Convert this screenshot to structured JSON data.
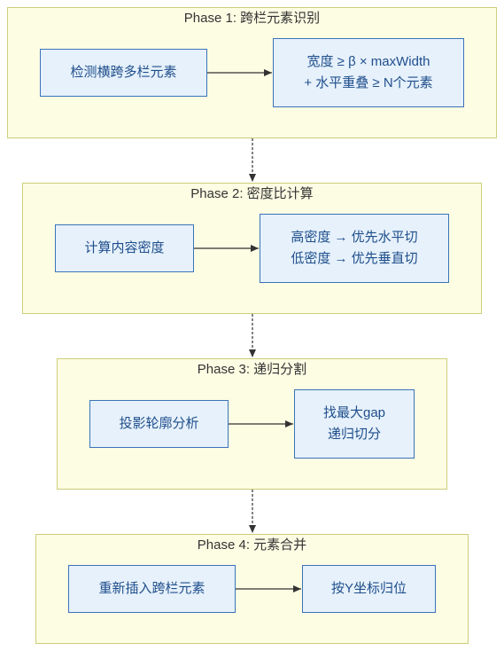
{
  "phases": [
    {
      "title": "Phase 1: 跨栏元素识别",
      "source": "检测横跨多栏元素",
      "target_line1": "宽度 ≥ β × maxWidth",
      "target_line2": "+ 水平重叠 ≥ N个元素"
    },
    {
      "title": "Phase 2: 密度比计算",
      "source": "计算内容密度",
      "target_line1": "高密度 → 优先水平切",
      "target_line2": "低密度 → 优先垂直切"
    },
    {
      "title": "Phase 3: 递归分割",
      "source": "投影轮廓分析",
      "target_line1": "找最大gap",
      "target_line2": "递归切分"
    },
    {
      "title": "Phase 4: 元素合并",
      "source": "重新插入跨栏元素",
      "target_line1": "按Y坐标归位",
      "target_line2": ""
    }
  ],
  "colors": {
    "phase_fill": "#fdfde4",
    "phase_border": "#cdcd7a",
    "node_fill": "#e6f1fb",
    "node_border": "#3a73b8",
    "node_text": "#1f4e8c",
    "edge": "#333333"
  }
}
